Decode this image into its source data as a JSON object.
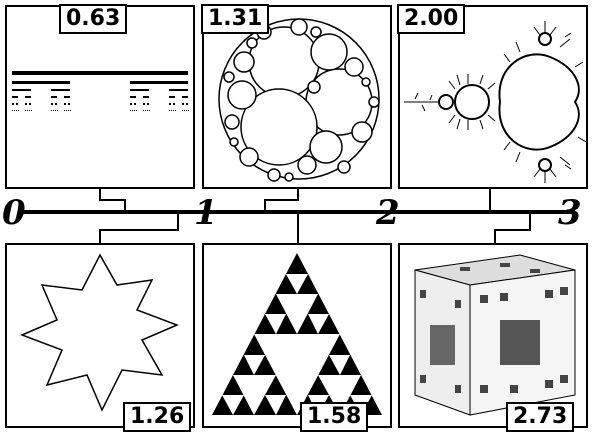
{
  "axis": {
    "labels": [
      "0",
      "1",
      "2",
      "3"
    ]
  },
  "top_row": [
    {
      "dimension": "0.63"
    },
    {
      "dimension": "1.31"
    },
    {
      "dimension": "2.00"
    }
  ],
  "bottom_row": [
    {
      "dimension": "1.26"
    },
    {
      "dimension": "1.58"
    },
    {
      "dimension": "2.73"
    }
  ]
}
